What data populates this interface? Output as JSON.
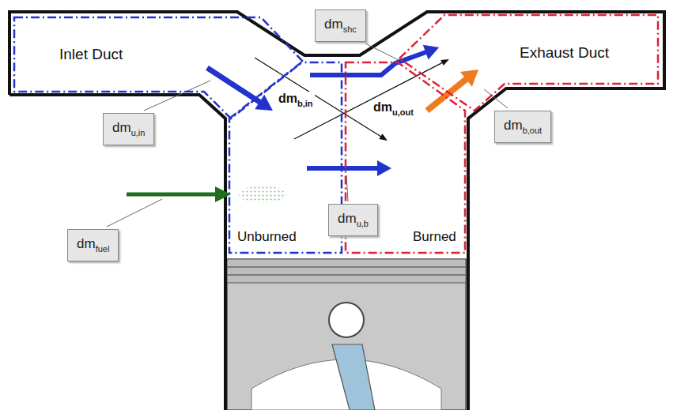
{
  "diagram": {
    "nodes": [
      {
        "text": [
          "Inlet Duct"
        ]
      },
      {
        "text": [
          "Exhaust Duct"
        ]
      },
      {
        "text": [
          "Unburned"
        ]
      },
      {
        "text": [
          "Burned"
        ]
      },
      {
        "text": [
          "dm",
          "shc"
        ]
      },
      {
        "text": [
          "dm",
          "u,in"
        ]
      },
      {
        "text": [
          "dm",
          "b,out"
        ]
      },
      {
        "text": [
          "dm",
          "u,b"
        ]
      },
      {
        "text": [
          "dm",
          "fuel"
        ]
      }
    ],
    "edges": [
      {
        "from": 0,
        "to": 2,
        "arrow": "to"
      },
      {
        "from": 2,
        "to": 3,
        "arrow": "to"
      },
      {
        "from": 3,
        "to": 1,
        "arrow": "to"
      },
      {
        "from": 2,
        "to": 1,
        "arrow": "to"
      },
      {
        "from": 0,
        "to": 3,
        "arrow": "to"
      },
      {
        "from": 2,
        "to": 1,
        "arrow": "to"
      }
    ],
    "labels": [
      "dm",
      "b,in",
      "dm",
      "u,out"
    ]
  }
}
